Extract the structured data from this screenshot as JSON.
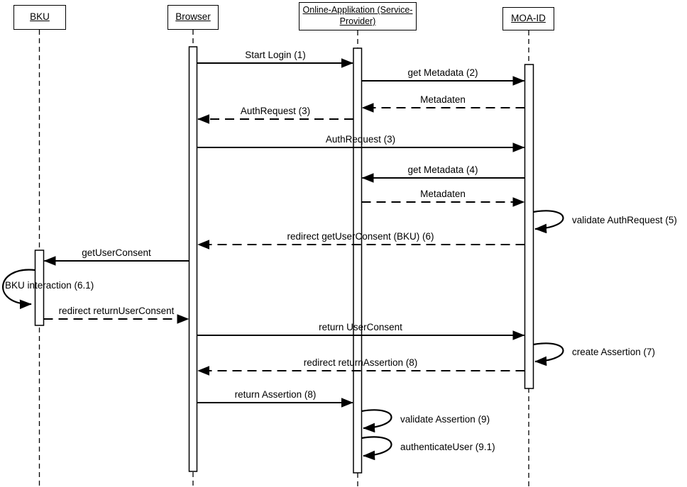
{
  "diagram": {
    "kind": "uml-sequence-diagram",
    "background_color": "#ffffff",
    "line_color": "#000000"
  },
  "actors": [
    {
      "id": "bku",
      "name": "BKU"
    },
    {
      "id": "browser",
      "name": "Browser"
    },
    {
      "id": "online-applikation",
      "name": "Online-Applikation (Service-Provider)"
    },
    {
      "id": "moa-id",
      "name": "MOA-ID"
    }
  ],
  "messages": [
    {
      "label": "Start Login (1)",
      "from": "Browser",
      "to": "Online-Applikation (Service-Provider)",
      "style": "solid"
    },
    {
      "label": "get Metadata (2)",
      "from": "Online-Applikation (Service-Provider)",
      "to": "MOA-ID",
      "style": "solid"
    },
    {
      "label": "Metadaten",
      "from": "MOA-ID",
      "to": "Online-Applikation (Service-Provider)",
      "style": "dashed"
    },
    {
      "label": "AuthRequest (3)",
      "from": "Online-Applikation (Service-Provider)",
      "to": "Browser",
      "style": "dashed"
    },
    {
      "label": "AuthRequest (3)",
      "from": "Browser",
      "to": "MOA-ID",
      "style": "solid"
    },
    {
      "label": "get Metadata (4)",
      "from": "MOA-ID",
      "to": "Online-Applikation (Service-Provider)",
      "style": "solid"
    },
    {
      "label": "Metadaten",
      "from": "Online-Applikation (Service-Provider)",
      "to": "MOA-ID",
      "style": "dashed"
    },
    {
      "label": "validate AuthRequest (5)",
      "from": "MOA-ID",
      "to": "MOA-ID",
      "style": "self"
    },
    {
      "label": "redirect getUserConsent (BKU) (6)",
      "from": "MOA-ID",
      "to": "Browser",
      "style": "dashed"
    },
    {
      "label": "getUserConsent",
      "from": "Browser",
      "to": "BKU",
      "style": "solid"
    },
    {
      "label": "BKU interaction (6.1)",
      "from": "BKU",
      "to": "BKU",
      "style": "self"
    },
    {
      "label": "redirect returnUserConsent",
      "from": "BKU",
      "to": "Browser",
      "style": "dashed"
    },
    {
      "label": "return UserConsent",
      "from": "Browser",
      "to": "MOA-ID",
      "style": "solid"
    },
    {
      "label": "create Assertion (7)",
      "from": "MOA-ID",
      "to": "MOA-ID",
      "style": "self"
    },
    {
      "label": "redirect returnAssertion (8)",
      "from": "MOA-ID",
      "to": "Browser",
      "style": "dashed"
    },
    {
      "label": "return Assertion (8)",
      "from": "Browser",
      "to": "Online-Applikation (Service-Provider)",
      "style": "solid"
    },
    {
      "label": "validate Assertion (9)",
      "from": "Online-Applikation (Service-Provider)",
      "to": "Online-Applikation (Service-Provider)",
      "style": "self"
    },
    {
      "label": "authenticateUser (9.1)",
      "from": "Online-Applikation (Service-Provider)",
      "to": "Online-Applikation (Service-Provider)",
      "style": "self"
    }
  ]
}
